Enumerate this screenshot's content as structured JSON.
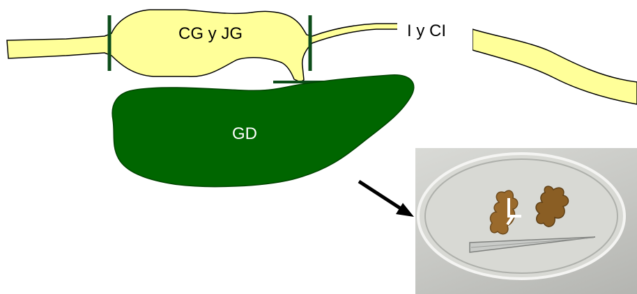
{
  "labels": {
    "stomach": "CG y JG",
    "intestine": "I y CI",
    "gland": "GD"
  },
  "colors": {
    "tract_fill": "#ffff99",
    "gland_fill": "#006600",
    "cut_marks": "#0d4d1a",
    "arrow": "#000000"
  },
  "photo": {
    "subject": "petri dish with two dissected specimens and forceps"
  }
}
